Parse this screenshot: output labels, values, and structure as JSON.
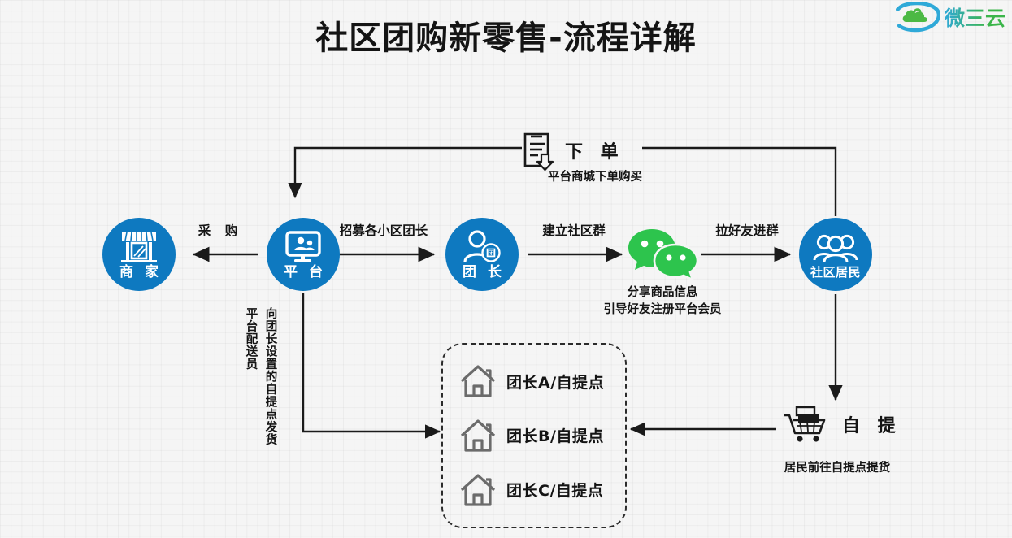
{
  "page": {
    "title": "社区团购新零售-流程详解",
    "background_color": "#f5f5f5",
    "accent_blue": "#0e79c0",
    "wechat_green": "#2dc44d",
    "line_color": "#1a1a1a"
  },
  "brand": {
    "name": "微三云",
    "icon": "cloud-logo-icon",
    "cloud_blue": "#2fa9d8",
    "cloud_green": "#4cb944"
  },
  "nodes": {
    "merchant": {
      "label": "商 家",
      "icon": "shop-icon"
    },
    "platform": {
      "label": "平 台",
      "icon": "monitor-people-icon"
    },
    "leader": {
      "label": "团 长",
      "icon": "leader-person-icon",
      "badge_text": "团"
    },
    "wechat": {
      "icon": "wechat-icon"
    },
    "residents": {
      "label": "社区居民",
      "icon": "group-people-icon"
    },
    "order": {
      "label": "下 单",
      "icon": "order-clipboard-icon"
    },
    "pickup": {
      "label": "自 提",
      "icon": "shopping-cart-icon"
    }
  },
  "flow_labels": {
    "procurement": "采 购",
    "recruit_leaders": "招募各小区团长",
    "build_group": "建立社区群",
    "invite_friends": "拉好友进群"
  },
  "captions": {
    "order_caption": "平台商城下单购买",
    "wechat_caption_line1": "分享商品信息",
    "wechat_caption_line2": "引导好友注册平台会员",
    "pickup_caption": "居民前往自提点提货"
  },
  "vertical_labels": {
    "delivery_staff": "平台配送员",
    "ship_to_points": "向团长设置的自提点发货"
  },
  "pickup_points": {
    "items": [
      {
        "label": "团长A/自提点",
        "icon": "house-icon"
      },
      {
        "label": "团长B/自提点",
        "icon": "house-icon"
      },
      {
        "label": "团长C/自提点",
        "icon": "house-icon"
      }
    ]
  }
}
